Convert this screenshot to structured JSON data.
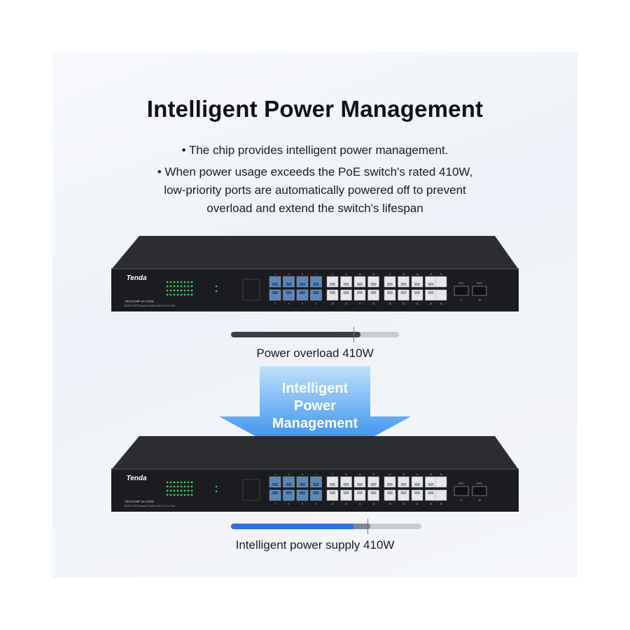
{
  "title": "Intelligent Power Management",
  "bullets": [
    "• The chip provides intelligent power management.",
    "• When power usage exceeds the PoE switch's rated 410W,",
    "low-priority ports are automatically powered off to prevent",
    "overload and extend the switch's lifespan"
  ],
  "switch": {
    "brand": "Tenda",
    "model": "TEG1128P-24-410W",
    "description": "26GE+2SFP Ethernet Switch With 24-Port PoE",
    "port_numbers_top": [
      "1",
      "3",
      "5",
      "7",
      "9",
      "11",
      "13",
      "15",
      "17",
      "19",
      "21",
      "23"
    ],
    "port_numbers_bottom": [
      "2",
      "4",
      "6",
      "8",
      "10",
      "12",
      "14",
      "16",
      "18",
      "20",
      "22",
      "24"
    ],
    "uplink_labels": [
      "25",
      "26"
    ],
    "sfp_labels": [
      "SFP1",
      "SFP2"
    ],
    "sfp_numbers": [
      "27",
      "28"
    ]
  },
  "overload": {
    "caption": "Power overload 410W",
    "fill_fraction": 0.77,
    "fill_color": "#3a3f47",
    "track_color": "#c9ccd1"
  },
  "arrow": {
    "lines": [
      "Intelligent",
      "Power",
      "Management"
    ],
    "color_top": "#bfe0fb",
    "color_bottom": "#1d6fe0"
  },
  "supply": {
    "caption": "Intelligent power supply 410W",
    "fill_fraction": 0.73,
    "fill_color": "#2f6fe3",
    "track_color": "#c9ccd1"
  }
}
